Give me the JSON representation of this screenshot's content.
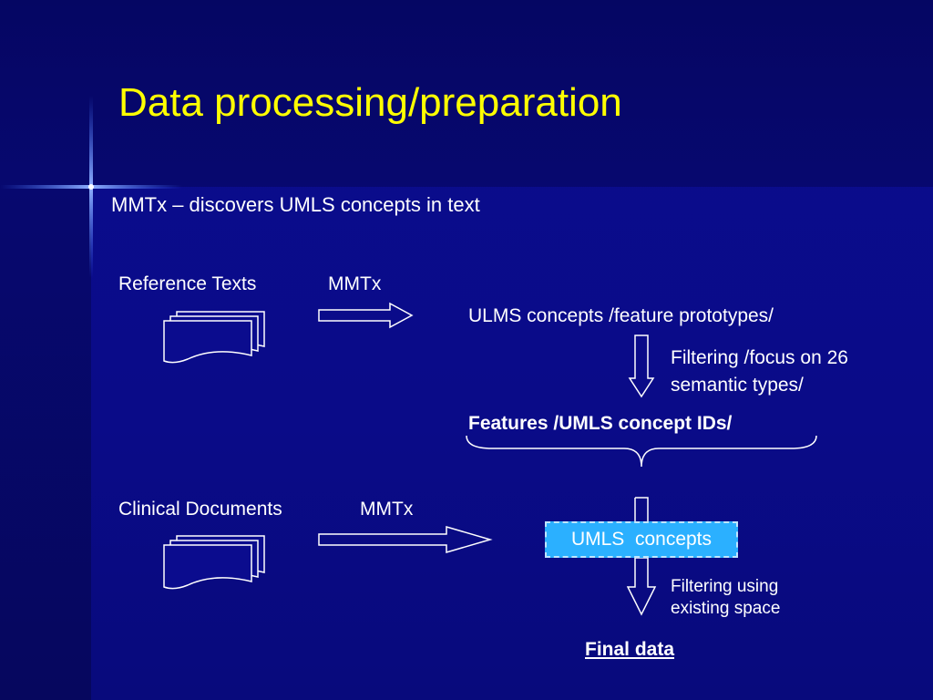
{
  "slide": {
    "title": "Data processing/preparation",
    "subtitle": "MMTx – discovers UMLS concepts in text"
  },
  "diagram": {
    "reference_texts_label": "Reference Texts",
    "mmtx_label_1": "MMTx",
    "ulms_concepts_label": "ULMS concepts /feature prototypes/",
    "filtering_focus_label": "Filtering /focus on 26 semantic types/",
    "features_label": "Features /UMLS concept IDs/",
    "clinical_documents_label": "Clinical Documents",
    "mmtx_label_2": "MMTx",
    "umls_concepts_box": "UMLS  concepts",
    "filtering_existing_label": "Filtering using existing space",
    "final_data_label": "Final data"
  },
  "colors": {
    "background": "#0b0c8e",
    "title": "#ffff00",
    "text": "#ffffff",
    "highlight_box": "#2bb0ff"
  }
}
